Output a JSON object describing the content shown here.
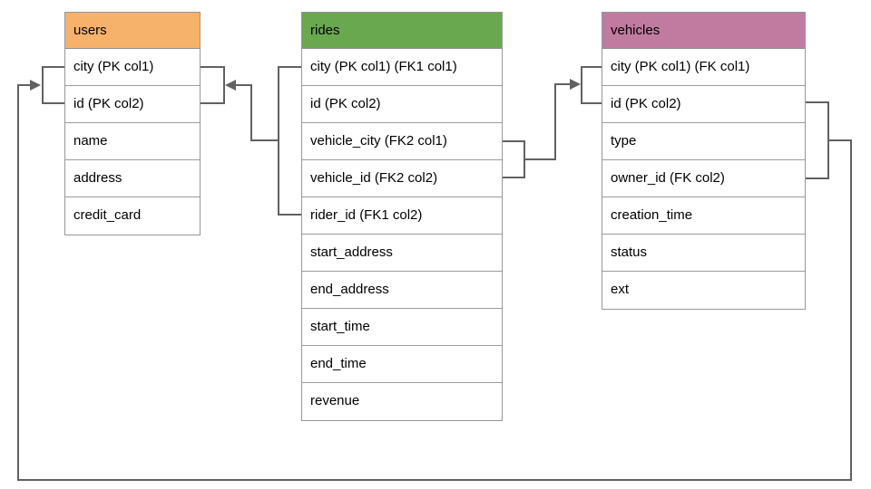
{
  "colors": {
    "users_header": "#f6b26b",
    "rides_header": "#6aa84f",
    "vehicles_header": "#c27ba0",
    "connector": "#616161",
    "cell_border": "#9c9c9c",
    "text": "#000000",
    "background": "#ffffff"
  },
  "tables": {
    "users": {
      "name": "users",
      "header_color": "#f6b26b",
      "rows": [
        "city (PK col1)",
        "id (PK col2)",
        "name",
        "address",
        "credit_card"
      ]
    },
    "rides": {
      "name": "rides",
      "header_color": "#6aa84f",
      "rows": [
        "city (PK col1) (FK1 col1)",
        "id (PK col2)",
        "vehicle_city (FK2 col1)",
        "vehicle_id (FK2 col2)",
        "rider_id (FK1 col2)",
        "start_address",
        "end_address",
        "start_time",
        "end_time",
        "revenue"
      ]
    },
    "vehicles": {
      "name": "vehicles",
      "header_color": "#c27ba0",
      "rows": [
        "city (PK col1) (FK col1)",
        "id (PK col2)",
        "type",
        "owner_id (FK col2)",
        "creation_time",
        "status",
        "ext"
      ]
    }
  },
  "relationships": [
    {
      "name": "FK1",
      "from_table": "rides",
      "from_columns": [
        "city (FK1 col1)",
        "rider_id (FK1 col2)"
      ],
      "to_table": "users",
      "to_columns": [
        "city (PK col1)",
        "id (PK col2)"
      ]
    },
    {
      "name": "FK2",
      "from_table": "rides",
      "from_columns": [
        "vehicle_city (FK2 col1)",
        "vehicle_id (FK2 col2)"
      ],
      "to_table": "vehicles",
      "to_columns": [
        "city (PK col1)",
        "id (PK col2)"
      ]
    },
    {
      "name": "FK",
      "from_table": "vehicles",
      "from_columns": [
        "city (FK col1)",
        "owner_id (FK col2)"
      ],
      "to_table": "users",
      "to_columns": [
        "city (PK col1)",
        "id (PK col2)"
      ]
    }
  ]
}
